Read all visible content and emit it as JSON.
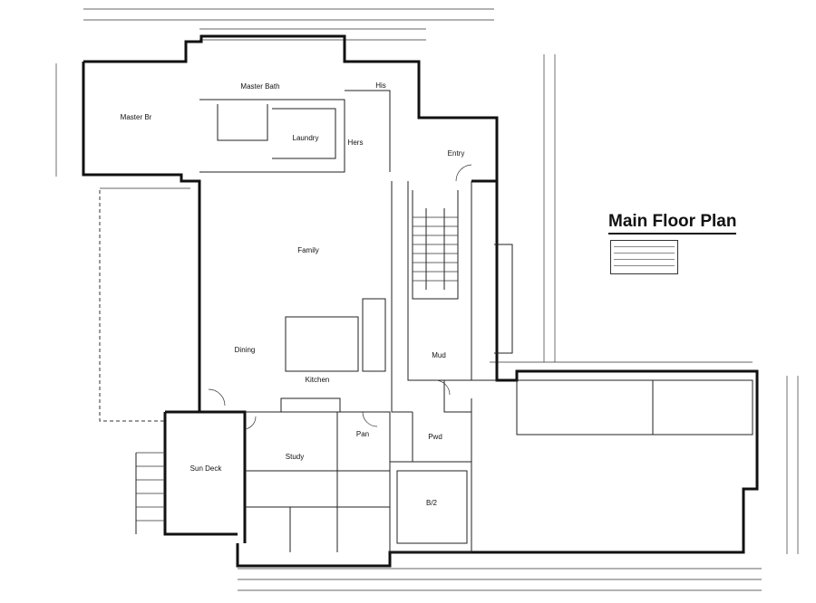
{
  "title": "Main Floor Plan",
  "rooms": {
    "master_br": "Master Br",
    "master_bath": "Master Bath",
    "his": "His",
    "hers": "Hers",
    "laundry": "Laundry",
    "entry": "Entry",
    "family": "Family",
    "dining": "Dining",
    "kitchen": "Kitchen",
    "mud": "Mud",
    "pan": "Pan",
    "pwd": "Pwd",
    "study": "Study",
    "sun_deck": "Sun Deck",
    "b2": "B/2"
  },
  "colors": {
    "lines": "#111111",
    "background": "#ffffff"
  }
}
